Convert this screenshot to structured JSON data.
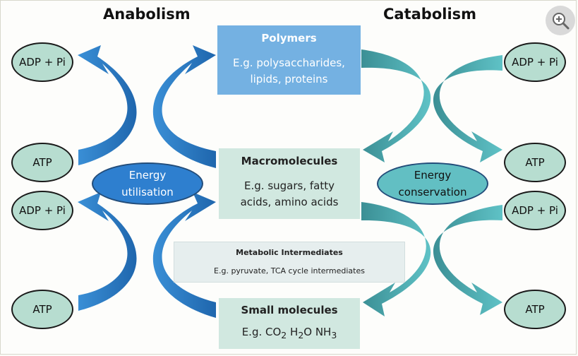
{
  "titles": {
    "anabolism": "Anabolism",
    "catabolism": "Catabolism"
  },
  "polymers": {
    "heading": "Polymers",
    "line1": "E.g. polysaccharides,",
    "line2": "lipids, proteins"
  },
  "macromolecules": {
    "heading": "Macromolecules",
    "line1": "E.g. sugars, fatty",
    "line2": "acids, amino acids"
  },
  "intermediates": {
    "heading": "Metabolic Intermediates",
    "line1": "E.g. pyruvate, TCA cycle intermediates"
  },
  "small_molecules": {
    "heading": "Small molecules",
    "co": "E.g. CO",
    "co_sub": "2",
    "h": " H",
    "h_sub": "2",
    "o_nh": "O NH",
    "nh_sub": "3"
  },
  "left_ovals": {
    "adp_top": "ADP + Pi",
    "atp_upper": "ATP",
    "adp_lower": "ADP + Pi",
    "atp_bottom": "ATP"
  },
  "right_ovals": {
    "adp_top": "ADP + Pi",
    "atp_upper": "ATP",
    "adp_lower": "ADP + Pi",
    "atp_bottom": "ATP"
  },
  "energy": {
    "utilisation_line1": "Energy",
    "utilisation_line2": "utilisation",
    "conservation_line1": "Energy",
    "conservation_line2": "conservation"
  },
  "icons": {
    "zoom": "zoom-in-icon"
  },
  "colors": {
    "anabolic_arrow": "#2f80c9",
    "catabolic_arrow": "#4aaab0",
    "polymers_box": "#74b1e2",
    "macro_box": "#d1e8e0",
    "intermediates_box": "#e6eeee",
    "small_box": "#d1e8e0",
    "oval_fill": "#b7ddd0",
    "energy_utilisation_fill": "#2e7fcf",
    "energy_conservation_fill": "#62bfc3"
  }
}
